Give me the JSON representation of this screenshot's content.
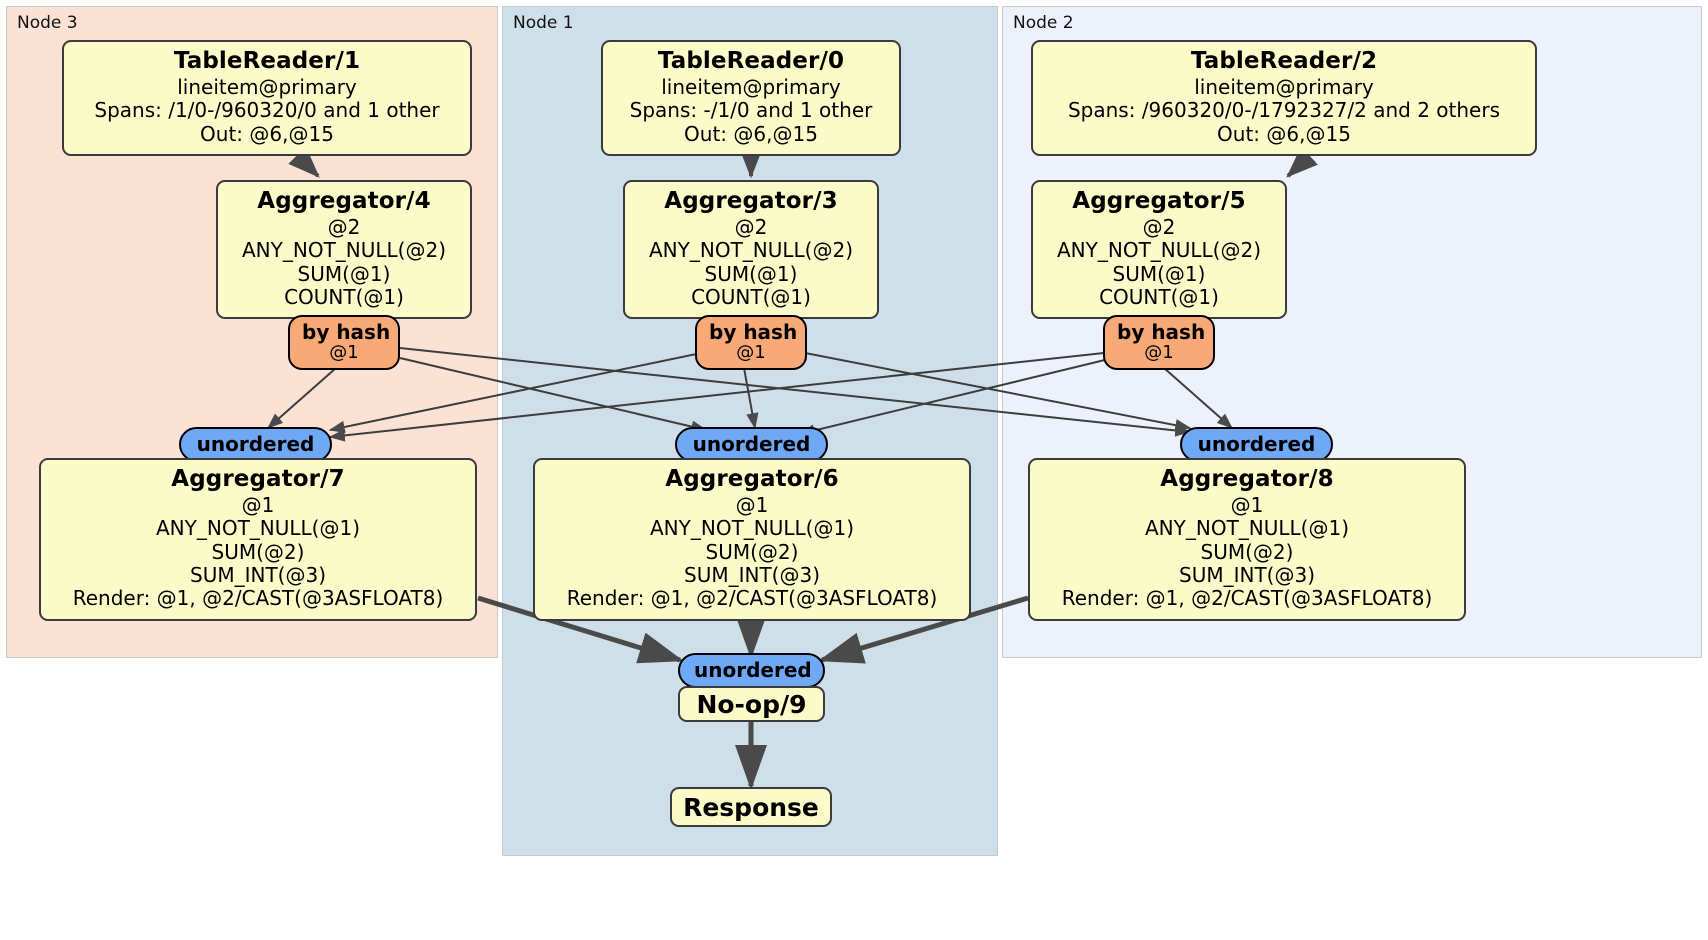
{
  "diagram": {
    "type": "distributed-query-plan",
    "colors": {
      "node3_panel": "#fce2d4",
      "node1_panel": "#cfdfe9",
      "node2_panel": "#edf1fb",
      "processor_box": "#fbfbca",
      "by_hash_router": "#f7a977",
      "unordered_router": "#6fa8f5",
      "edge": "#4a4a4a",
      "box_border": "#3b3b3b"
    }
  },
  "panels": [
    {
      "id": "node3",
      "label": "Node 3"
    },
    {
      "id": "node1",
      "label": "Node 1"
    },
    {
      "id": "node2",
      "label": "Node 2"
    }
  ],
  "processors": {
    "tablereader_1": {
      "title": "TableReader/1",
      "lines": [
        "lineitem@primary",
        "Spans: /1/0-/960320/0 and 1 other",
        "Out: @6,@15"
      ]
    },
    "tablereader_0": {
      "title": "TableReader/0",
      "lines": [
        "lineitem@primary",
        "Spans: -/1/0 and 1 other",
        "Out: @6,@15"
      ]
    },
    "tablereader_2": {
      "title": "TableReader/2",
      "lines": [
        "lineitem@primary",
        "Spans: /960320/0-/1792327/2 and 2 others",
        "Out: @6,@15"
      ]
    },
    "aggregator_4": {
      "title": "Aggregator/4",
      "lines": [
        "@2",
        "ANY_NOT_NULL(@2)",
        "SUM(@1)",
        "COUNT(@1)"
      ]
    },
    "aggregator_3": {
      "title": "Aggregator/3",
      "lines": [
        "@2",
        "ANY_NOT_NULL(@2)",
        "SUM(@1)",
        "COUNT(@1)"
      ]
    },
    "aggregator_5": {
      "title": "Aggregator/5",
      "lines": [
        "@2",
        "ANY_NOT_NULL(@2)",
        "SUM(@1)",
        "COUNT(@1)"
      ]
    },
    "aggregator_7": {
      "title": "Aggregator/7",
      "lines": [
        "@1",
        "ANY_NOT_NULL(@1)",
        "SUM(@2)",
        "SUM_INT(@3)",
        "Render: @1, @2/CAST(@3ASFLOAT8)"
      ]
    },
    "aggregator_6": {
      "title": "Aggregator/6",
      "lines": [
        "@1",
        "ANY_NOT_NULL(@1)",
        "SUM(@2)",
        "SUM_INT(@3)",
        "Render: @1, @2/CAST(@3ASFLOAT8)"
      ]
    },
    "aggregator_8": {
      "title": "Aggregator/8",
      "lines": [
        "@1",
        "ANY_NOT_NULL(@1)",
        "SUM(@2)",
        "SUM_INT(@3)",
        "Render: @1, @2/CAST(@3ASFLOAT8)"
      ]
    },
    "noop_9": {
      "title": "No-op/9"
    },
    "response": {
      "title": "Response"
    }
  },
  "routers": {
    "by_hash_left": {
      "label": "by hash",
      "sublabel": "@1"
    },
    "by_hash_center": {
      "label": "by hash",
      "sublabel": "@1"
    },
    "by_hash_right": {
      "label": "by hash",
      "sublabel": "@1"
    },
    "unordered_left": {
      "label": "unordered"
    },
    "unordered_center": {
      "label": "unordered"
    },
    "unordered_right": {
      "label": "unordered"
    },
    "unordered_final": {
      "label": "unordered"
    }
  }
}
